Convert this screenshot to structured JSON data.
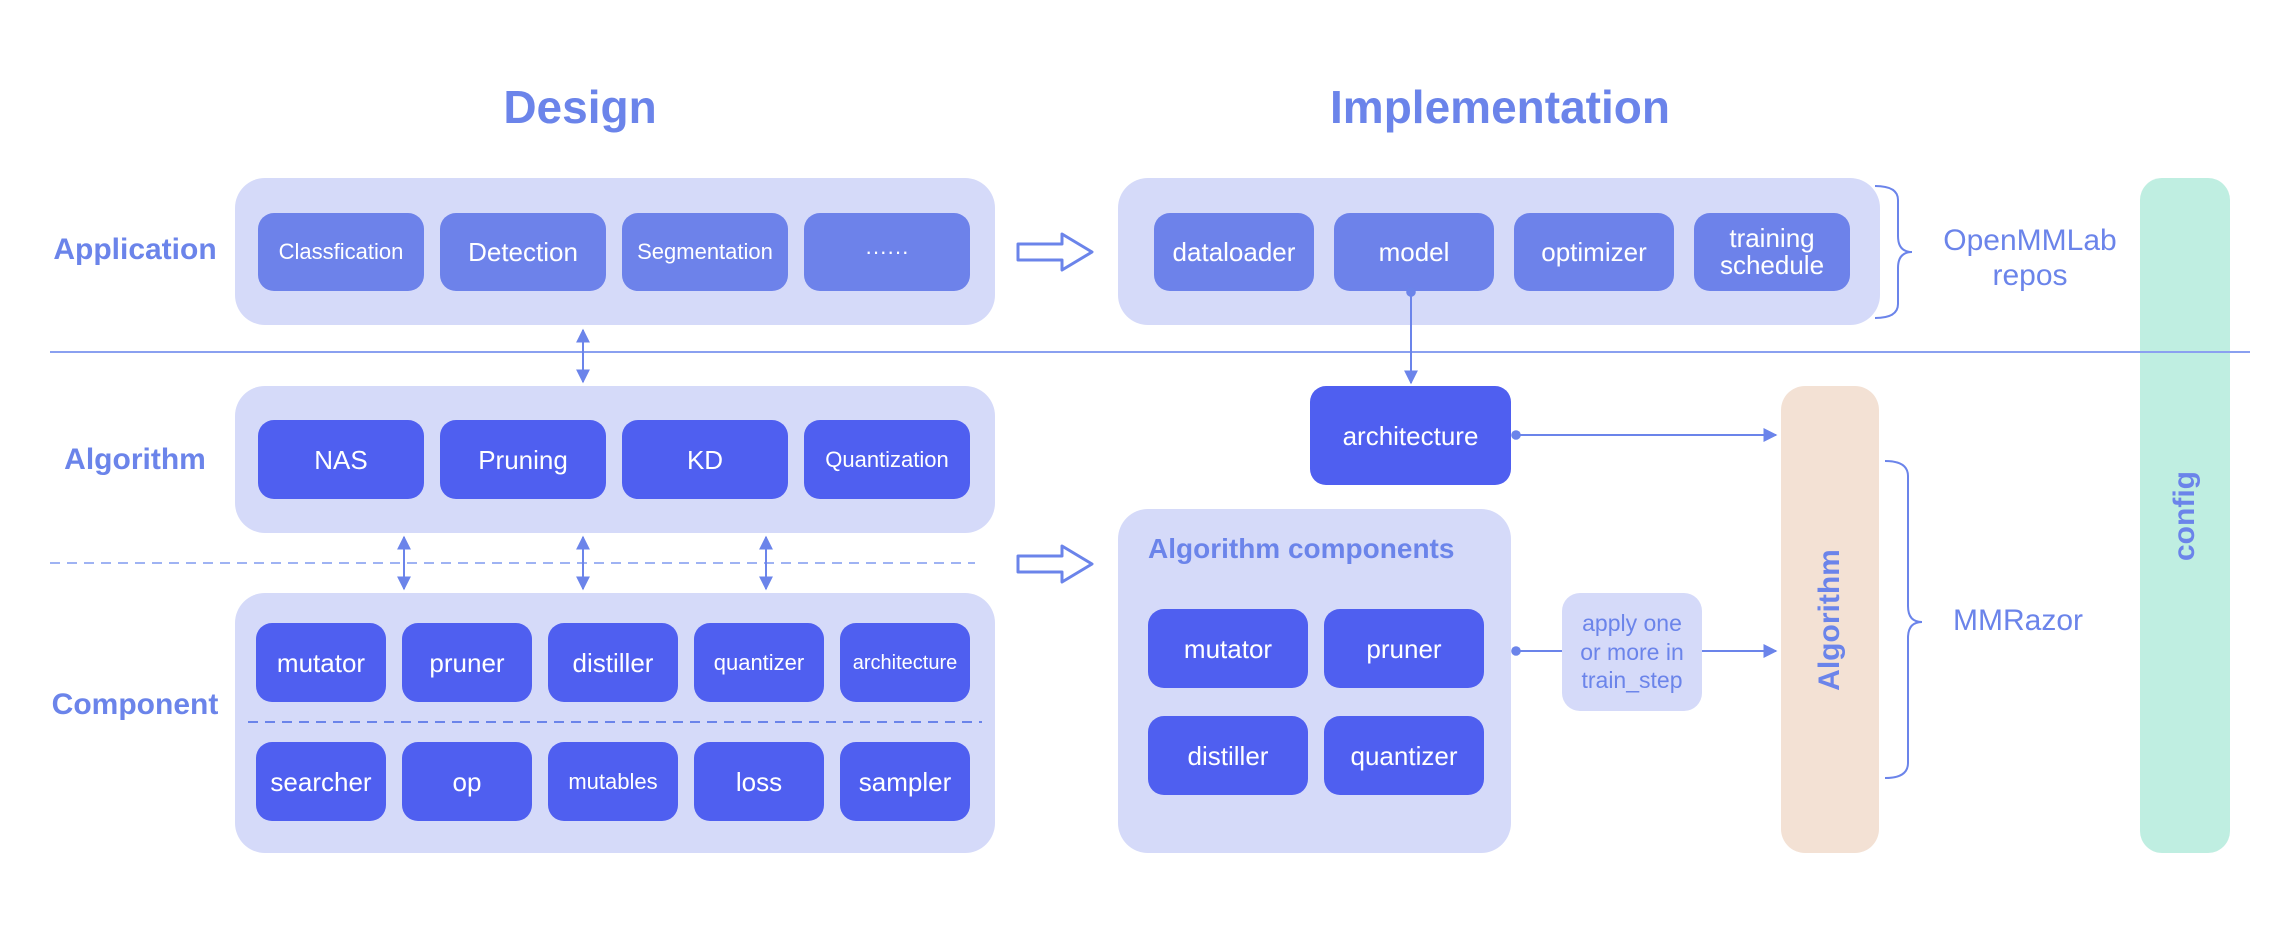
{
  "headings": {
    "design": "Design",
    "implementation": "Implementation"
  },
  "row_labels": {
    "application": "Application",
    "algorithm": "Algorithm",
    "component": "Component"
  },
  "application_tasks": [
    "Classfication",
    "Detection",
    "Segmentation",
    "······"
  ],
  "implementation_items": [
    "dataloader",
    "model",
    "optimizer",
    "training\nschedule"
  ],
  "algorithm_types": [
    "NAS",
    "Pruning",
    "KD",
    "Quantization"
  ],
  "component_row1": [
    "mutator",
    "pruner",
    "distiller",
    "quantizer",
    "architecture"
  ],
  "component_row2": [
    "searcher",
    "op",
    "mutables",
    "loss",
    "sampler"
  ],
  "architecture_box": "architecture",
  "algorithm_components": {
    "title": "Algorithm components",
    "items": [
      "mutator",
      "pruner",
      "distiller",
      "quantizer"
    ]
  },
  "apply_note": "apply one\nor more in\ntrain_step",
  "algorithm_column": "Algorithm",
  "config_column": "config",
  "side_labels": {
    "openmmlab": "OpenMMLab\nrepos",
    "mmrazor": "MMRazor"
  },
  "colors": {
    "accent": "#6b84ea",
    "panel": "#d5daf9",
    "button_medium": "#6d82ea",
    "button_dark": "#4f5ff0",
    "algorithm_column": "#f3e1d4",
    "config_column": "#bfeee1"
  }
}
